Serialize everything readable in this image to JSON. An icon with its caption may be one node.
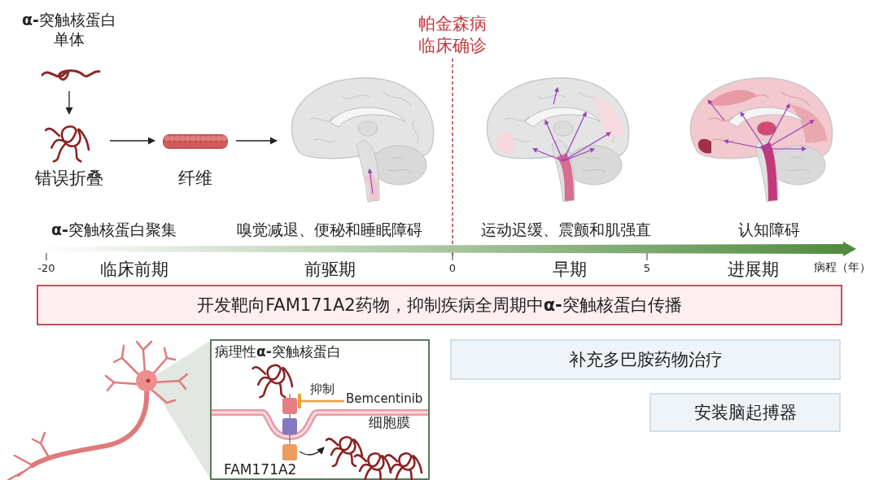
{
  "diagram": {
    "nodes": [
      {
        "text": [
          "**α-**突触核蛋白单体"
        ]
      },
      {
        "text": [
          "错误折叠"
        ]
      },
      {
        "text": [
          "纤维"
        ]
      },
      {
        "text": [],
        "shape": "picture"
      },
      {
        "text": [
          "开发靶向FAM171A2药物，抑制疾病全周期中**α-**突触核蛋白传播"
        ]
      },
      {
        "text": [
          "补充多巴胺药物治疗"
        ]
      },
      {
        "text": [
          "安装脑起搏器"
        ]
      },
      {
        "text": [
          "病理性**α-**突触核蛋白"
        ]
      },
      {
        "text": [
          "Bemcentinib"
        ],
        "in": 7
      },
      {
        "text": [
          "FAM171A2"
        ],
        "in": 7
      },
      {
        "text": [],
        "shape": "picture",
        "in": 7
      }
    ],
    "edges": [
      {
        "from": 0,
        "to": 1,
        "arrow": "to"
      },
      {
        "from": 1,
        "to": 2,
        "arrow": "to"
      },
      {
        "from": 2,
        "to": 3,
        "arrow": "to"
      },
      {
        "from": 8,
        "to": 9,
        "arrow": "other",
        "label": "抑制",
        "color": "#e8a040"
      },
      {
        "from": 9,
        "to": 10,
        "arrow": "to"
      }
    ],
    "labels": [
      "帕金森病临床确诊",
      "**α-**突触核蛋白聚集",
      "嗅觉减退、便秘和睡眠障碍",
      "运动迟缓、震颤和肌强直",
      "认知障碍",
      "-20",
      "临床前期",
      "前驱期",
      "0",
      "早期",
      "5",
      "进展期",
      "病程（年）",
      "细胞膜"
    ]
  }
}
